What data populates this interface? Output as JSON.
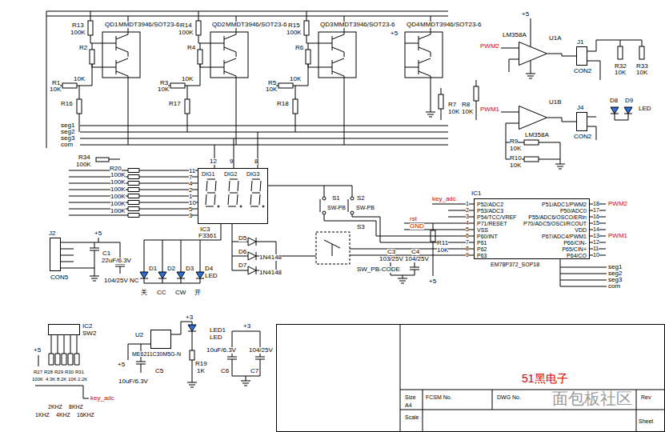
{
  "diagram": {
    "nodes": [
      {
        "text": [
          "LM358A",
          "U1A"
        ]
      },
      {
        "text": [
          "J1",
          "CON2"
        ]
      },
      {
        "text": [
          "U1B",
          "LM358A"
        ]
      },
      {
        "text": [
          "J4",
          "CON2"
        ]
      },
      {
        "text": [
          "DIG1",
          "DIG2",
          "DIG3"
        ]
      },
      {
        "text": [
          "IC1",
          "P52/ADC2",
          "P53/ADC3",
          "P54/TCC/VREF",
          "P71/RESET",
          "VSS",
          "P60/INT",
          "P61",
          "P62",
          "P63",
          "P51/ADC1/PWM2",
          "P50/ADC0",
          "P55/ADC6/OSCO/ERin",
          "P70/ADC5/OSCI/RCOUT",
          "VDD",
          "P67/ADC4/PWM1",
          "P66/CIN-",
          "P65/CIN+",
          "P64/CO",
          "EM78P372_SOP18"
        ]
      },
      {
        "text": [
          "J2",
          "CON5"
        ]
      },
      {
        "text": [
          "IC2",
          "SW2"
        ]
      },
      {
        "text": [
          "U2",
          "ME6211C30M5G-N"
        ]
      },
      {
        "text": [
          "Size",
          "A4",
          "FCSM No.",
          "DWG No.",
          "Rev",
          "Scale",
          "Sheet"
        ]
      }
    ],
    "edges": [
      {
        "from": 0,
        "to": 1,
        "arrow": "none"
      },
      {
        "from": 2,
        "to": 3,
        "arrow": "none"
      }
    ],
    "labels": [
      "QD1",
      "MMDT3946/SOT23-6",
      "QD2",
      "MMDT3946/SOT23-6",
      "QD3",
      "MMDT3946/SOT23-6",
      "QD4",
      "MMDT3946/SOT23-6",
      "R13",
      "100K",
      "R14",
      "100K",
      "R15",
      "100K",
      "R2",
      "10K",
      "R4",
      "10K",
      "R6",
      "10K",
      "R1",
      "10K",
      "R3",
      "10K",
      "R5",
      "10K",
      "R16",
      "R17",
      "R18",
      "R7",
      "10K",
      "R8",
      "10K",
      "seg1",
      "seg2",
      "seg3",
      "com",
      "+5",
      "+5",
      "PWM2",
      "PWM1",
      "R32",
      "10K",
      "R33",
      "10K",
      "D8",
      "D9",
      "LED",
      "R9",
      "10K",
      "R10",
      "10K",
      "R34",
      "100K",
      "R20",
      "100K",
      "100K",
      "100K",
      "100K",
      "100K",
      "100K",
      "11",
      "7",
      "4",
      "2",
      "1",
      "10",
      "5",
      "3",
      "12",
      "9",
      "8",
      "IC3",
      "F3361",
      "S1",
      "SW-PB",
      "S2",
      "SW-PB",
      "S3",
      "SW_PB-CODE",
      "D5",
      "D6",
      "1N4148",
      "D7",
      "1N4148",
      "D1",
      "D2",
      "D3",
      "D4",
      "LED",
      "关",
      "CC",
      "CW",
      "开",
      "+5",
      "C1",
      "22uF/6.3V",
      "104/25V NC",
      "GND",
      "rst",
      "C3",
      "103/25V",
      "C4",
      "104/25V",
      "R11",
      "10K",
      "+5",
      "key_adc",
      "PWM2",
      "PWM1",
      "seg1",
      "seg2",
      "seg3",
      "com",
      "+5",
      "R27",
      "R28",
      "R29",
      "R30",
      "R31",
      "100K",
      "4.3K",
      "8.2K",
      "10K",
      "2.2K",
      "key_adc",
      "2KHZ",
      "8KHZ",
      "1KHZ",
      "4KHZ",
      "16KHZ",
      "+5",
      "C5",
      "10uF/6.3V",
      "+3",
      "LED1",
      "LED",
      "R19",
      "1K",
      "+3",
      "10uF/6.3V",
      "104/25V",
      "C6",
      "C7",
      "51黑电子",
      "面包板社区",
      "1",
      "2",
      "3",
      "4",
      "5",
      "6",
      "7",
      "8",
      "9",
      "18",
      "17",
      "16",
      "15",
      "14",
      "13",
      "12",
      "11",
      "10"
    ]
  }
}
